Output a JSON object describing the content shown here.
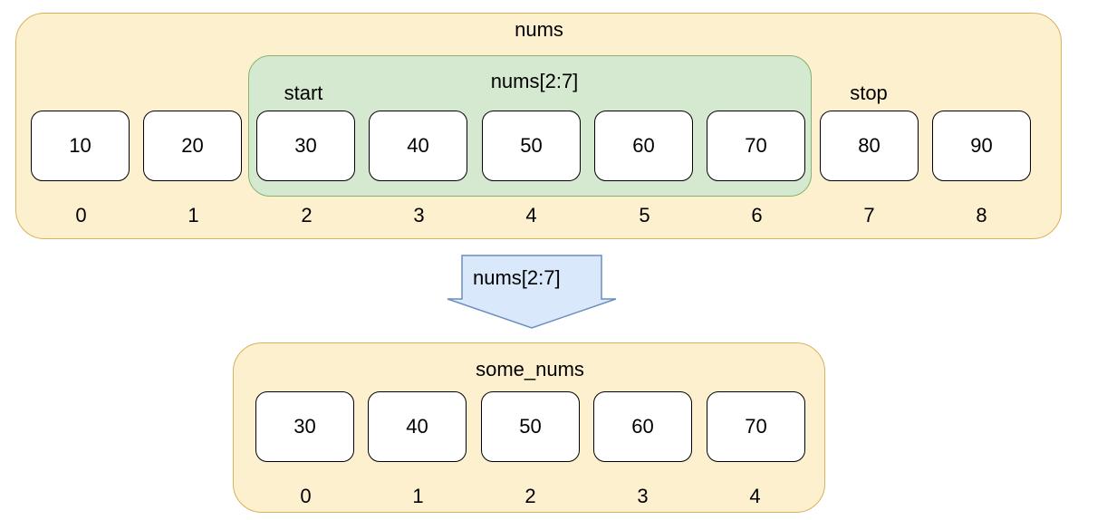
{
  "nums": {
    "title": "nums",
    "values": [
      "10",
      "20",
      "30",
      "40",
      "50",
      "60",
      "70",
      "80",
      "90"
    ],
    "indices": [
      "0",
      "1",
      "2",
      "3",
      "4",
      "5",
      "6",
      "7",
      "8"
    ]
  },
  "slice": {
    "title": "nums[2:7]",
    "start_label": "start",
    "stop_label": "stop"
  },
  "arrow": {
    "label": "nums[2:7]"
  },
  "some_nums": {
    "title": "some_nums",
    "values": [
      "30",
      "40",
      "50",
      "60",
      "70"
    ],
    "indices": [
      "0",
      "1",
      "2",
      "3",
      "4"
    ]
  },
  "colors": {
    "container_fill": "#fdf0cf",
    "container_stroke": "#d9b25a",
    "slice_fill": "#d5e8d0",
    "slice_stroke": "#84b46c",
    "arrow_fill": "#dae8fc",
    "arrow_stroke": "#6c8ebf"
  }
}
